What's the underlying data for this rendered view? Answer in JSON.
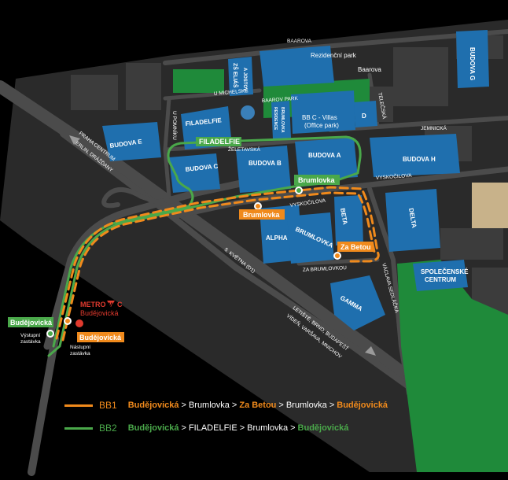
{
  "colors": {
    "background": "#000000",
    "ground": "#2a2a2a",
    "road": "#4b4b4b",
    "building": "#1f6fae",
    "park": "#1f8a3a",
    "line_bb1": "#f08a1c",
    "line_bb2": "#4aa84a",
    "metro": "#e03a2e",
    "other_building": "#3c3c3c",
    "beige": "#c8b28a"
  },
  "buildings": {
    "budova_e": "BUDOVA E",
    "filadelfie": "FILADELFIE",
    "budova_c": "BUDOVA C",
    "budova_b": "BUDOVA B",
    "budova_a": "BUDOVA A",
    "budova_h": "BUDOVA H",
    "budova_g": "BUDOVA G",
    "d": "D",
    "delta": "DELTA",
    "alpha": "ALPHA",
    "brumlovka": "BRUMLOVKA",
    "beta": "BETA",
    "gamma": "GAMMA",
    "spolecenske_1": "SPOLEČENSKÉ",
    "spolecenske_2": "CENTRUM",
    "rezidencni_park": "Rezidenční park",
    "baarova_bldg": "Baarova",
    "bb_c_1": "BB C - Villas",
    "bb_c_2": "(Office park)",
    "zs_elias_1": "ZŠ ELIÁŠ",
    "zs_elias_2": "A JOSTOV",
    "residence": "RESIDENCE",
    "ze_blue": "BRUMLOVKA"
  },
  "streets": {
    "baarova": "BAAROVA",
    "u_michelske": "U MICHELSKÉ",
    "baarov_park": "BAAROV PARK",
    "telecska": "TELEČSKÁ",
    "jemnicka": "JEMNICKÁ",
    "u_pomniku": "U POMNÍKU",
    "zeletavska": "ŽELETAVSKÁ",
    "vyskocilova_1": "VYSKOČILOVA",
    "vyskocilova_2": "VYSKOČILOVA",
    "praha_centrum_1": "PRAHA CENTRUM",
    "praha_centrum_2": "BERLIN, DRÁŽĎANY",
    "s_kvetna": "5. KVĚTNA (D1)",
    "za_brumlovkou": "ZA BRUMLOVKOU",
    "vaclava_sedlacka": "VÁCLAVA SEDLÁČKA",
    "letiste_1": "LETIŠTĚ, BRNO, BUDAPEŠŤ",
    "letiste_2": "VÍDEŇ, VARŠAVA, MNICHOV"
  },
  "stops": {
    "filadelfie": "FILADELFIE",
    "brumlovka_green": "Brumlovka",
    "brumlovka_orange": "Brumlovka",
    "za_betou": "Za Betou",
    "budejovicka_green": "Budějovická",
    "budejovicka_orange": "Budějovická",
    "vystupni_1": "Výstupní",
    "vystupni_2": "zastávka",
    "nastupni_1": "Nástupní",
    "nastupni_2": "zastávka",
    "metro_1": "METRO",
    "metro_logo": "M",
    "metro_line": "C",
    "metro_2": "Budějovická"
  },
  "legend": [
    {
      "code": "BB1",
      "color": "#f08a1c",
      "route": [
        {
          "name": "Budějovická",
          "bold": true
        },
        {
          "name": "Brumlovka",
          "bold": false
        },
        {
          "name": "Za Betou",
          "bold": true
        },
        {
          "name": "Brumlovka",
          "bold": false
        },
        {
          "name": "Budějovická",
          "bold": true
        }
      ]
    },
    {
      "code": "BB2",
      "color": "#4aa84a",
      "route": [
        {
          "name": "Budějovická",
          "bold": true
        },
        {
          "name": "FILADELFIE",
          "bold": false
        },
        {
          "name": "Brumlovka",
          "bold": false
        },
        {
          "name": "Budějovická",
          "bold": true
        }
      ]
    }
  ],
  "separator": ">"
}
